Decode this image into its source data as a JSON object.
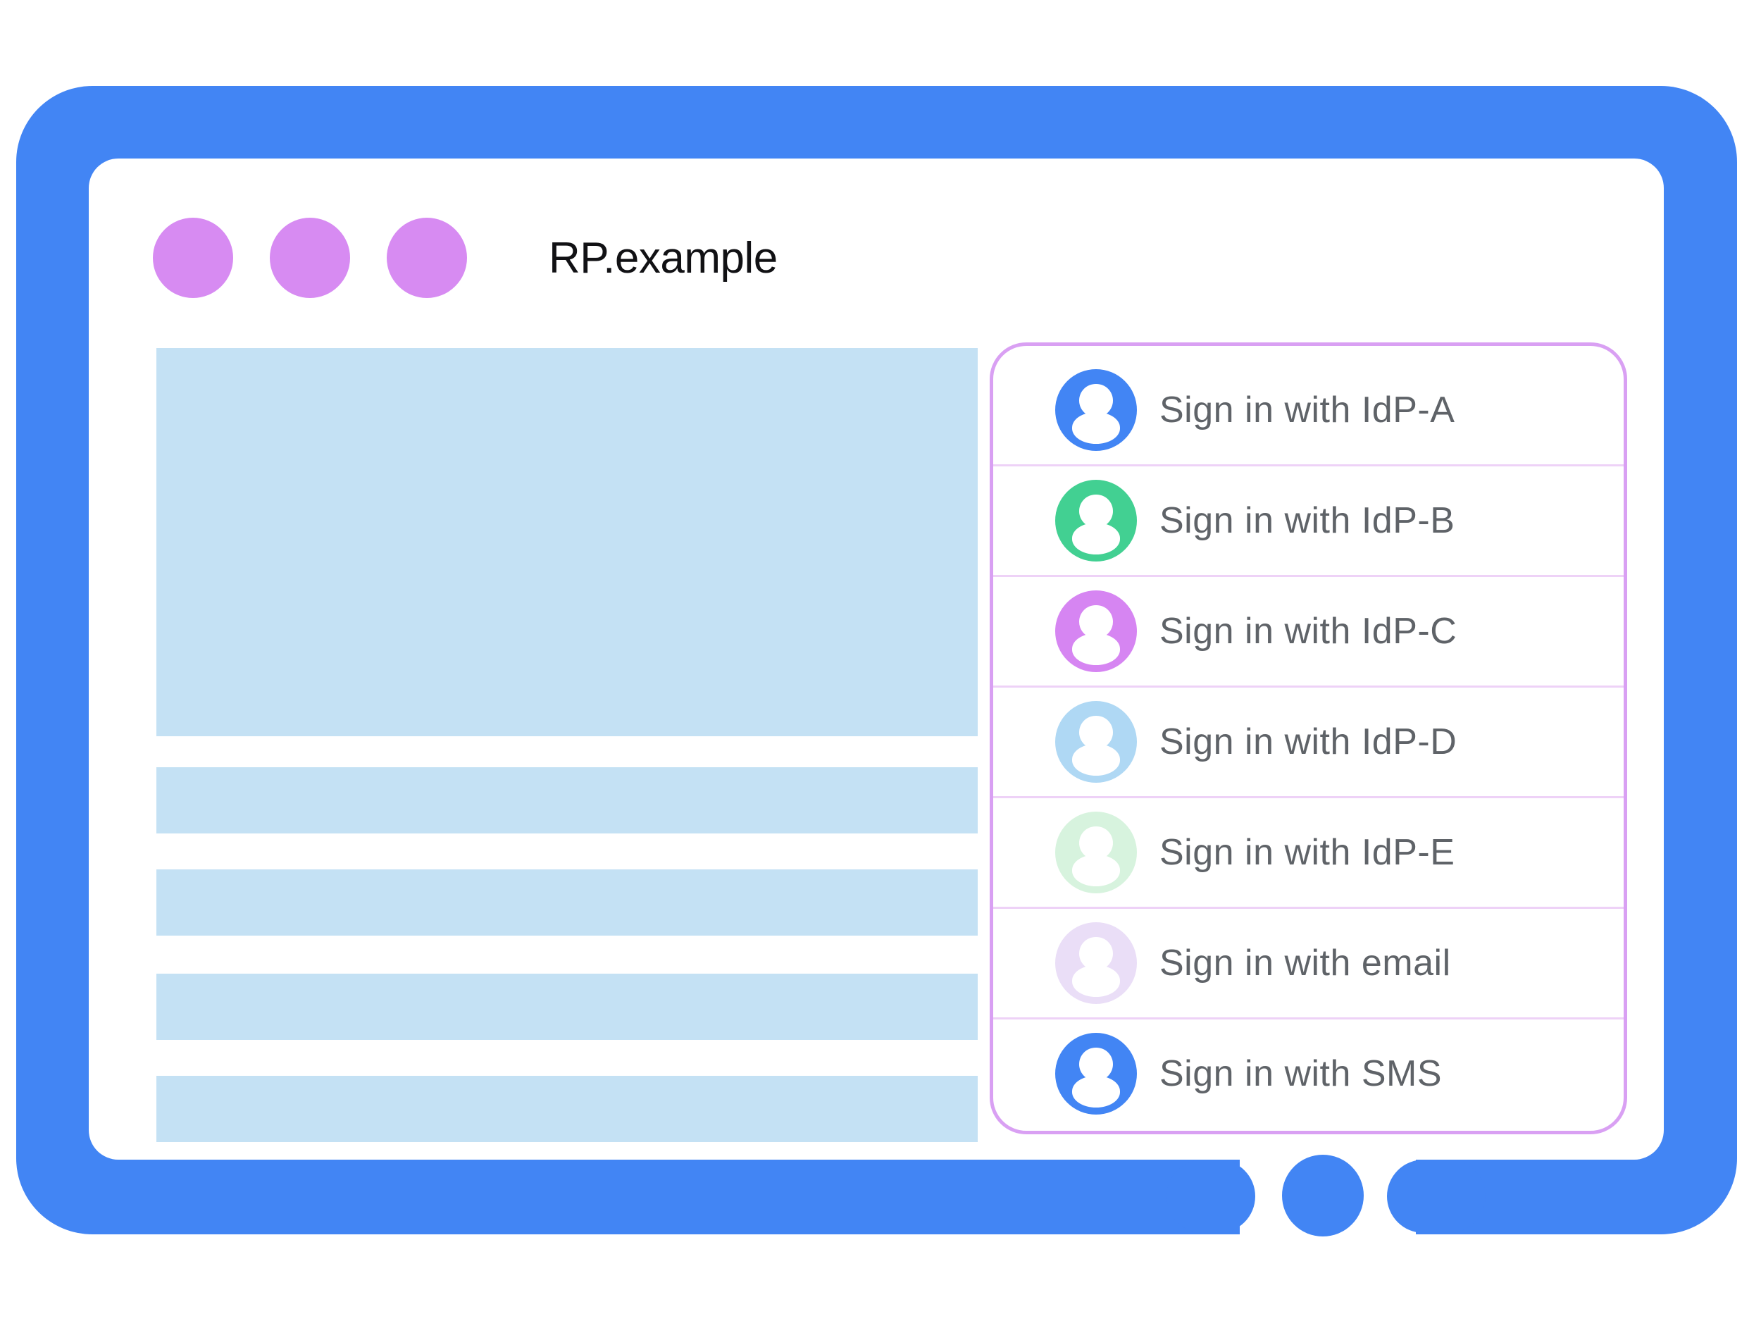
{
  "window": {
    "title": "RP.example",
    "title_color": "#111114",
    "controls": {
      "count": 3,
      "color": "#D78BF2"
    }
  },
  "frame": {
    "color": "#4285F4"
  },
  "content": {
    "placeholder_color": "#C4E1F4",
    "blocks": [
      "hero",
      "line",
      "line",
      "line",
      "line"
    ]
  },
  "signin": {
    "border_color": "#D9A0F3",
    "divider_color": "#EED2F7",
    "label_color": "#5F6368",
    "options": [
      {
        "label": "Sign in with IdP-A",
        "color": "#4285F4"
      },
      {
        "label": "Sign in with IdP-B",
        "color": "#42D092"
      },
      {
        "label": "Sign in with IdP-C",
        "color": "#D685F2"
      },
      {
        "label": "Sign in with IdP-D",
        "color": "#AFD8F4"
      },
      {
        "label": "Sign in with IdP-E",
        "color": "#D7F3DE"
      },
      {
        "label": "Sign in with email",
        "color": "#EADEF7"
      },
      {
        "label": "Sign in with SMS",
        "color": "#4285F4"
      }
    ]
  }
}
